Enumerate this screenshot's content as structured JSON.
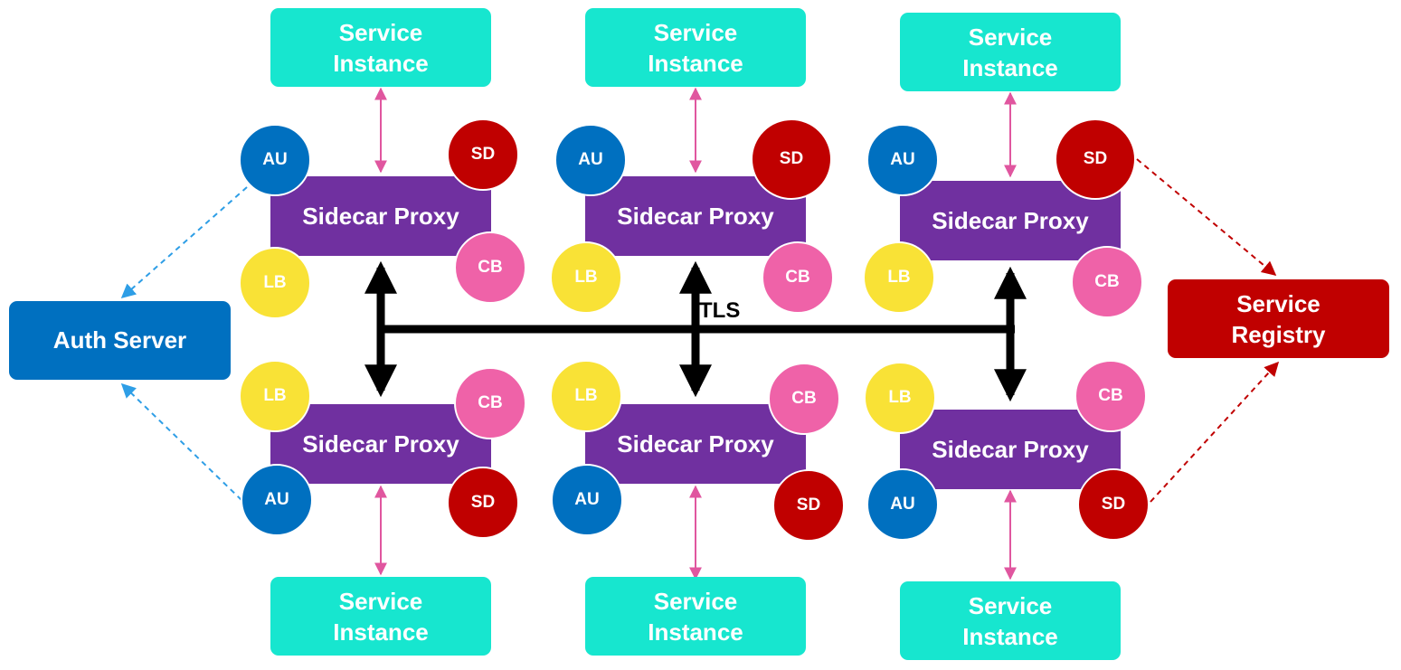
{
  "colors": {
    "service_instance": "#17e6cf",
    "sidecar_proxy": "#7030a0",
    "auth_server": "#0070c0",
    "service_registry": "#c00000",
    "au": "#0070c0",
    "sd": "#c00000",
    "lb": "#f9e236",
    "cb": "#ef62a8",
    "auth_link": "#2e9ee6",
    "registry_link": "#c00000",
    "instance_link": "#e0569f",
    "tls_link": "#000000"
  },
  "labels": {
    "service_instance": "Service\nInstance",
    "sidecar_proxy": "Sidecar Proxy",
    "auth_server": "Auth Server",
    "service_registry": "Service\nRegistry",
    "tls": "TLS",
    "au": "AU",
    "sd": "SD",
    "lb": "LB",
    "cb": "CB"
  },
  "nodes": {
    "instances": [
      "Service\nInstance",
      "Service\nInstance",
      "Service\nInstance",
      "Service\nInstance",
      "Service\nInstance",
      "Service\nInstance"
    ],
    "proxies": [
      "Sidecar Proxy",
      "Sidecar Proxy",
      "Sidecar Proxy",
      "Sidecar Proxy",
      "Sidecar Proxy",
      "Sidecar Proxy"
    ],
    "badges_per_proxy": [
      "AU",
      "SD",
      "LB",
      "CB"
    ]
  },
  "edges": [
    {
      "from": "proxy",
      "to": "service_instance",
      "style": "bidirectional",
      "color": "instance_link"
    },
    {
      "from": "top_proxies",
      "to": "bottom_proxies",
      "style": "bidirectional-thick",
      "label": "TLS",
      "color": "tls_link"
    },
    {
      "from": "AU",
      "to": "Auth Server",
      "style": "dashed-arrow",
      "color": "auth_link"
    },
    {
      "from": "SD",
      "to": "Service Registry",
      "style": "dashed-arrow",
      "color": "registry_link"
    }
  ]
}
